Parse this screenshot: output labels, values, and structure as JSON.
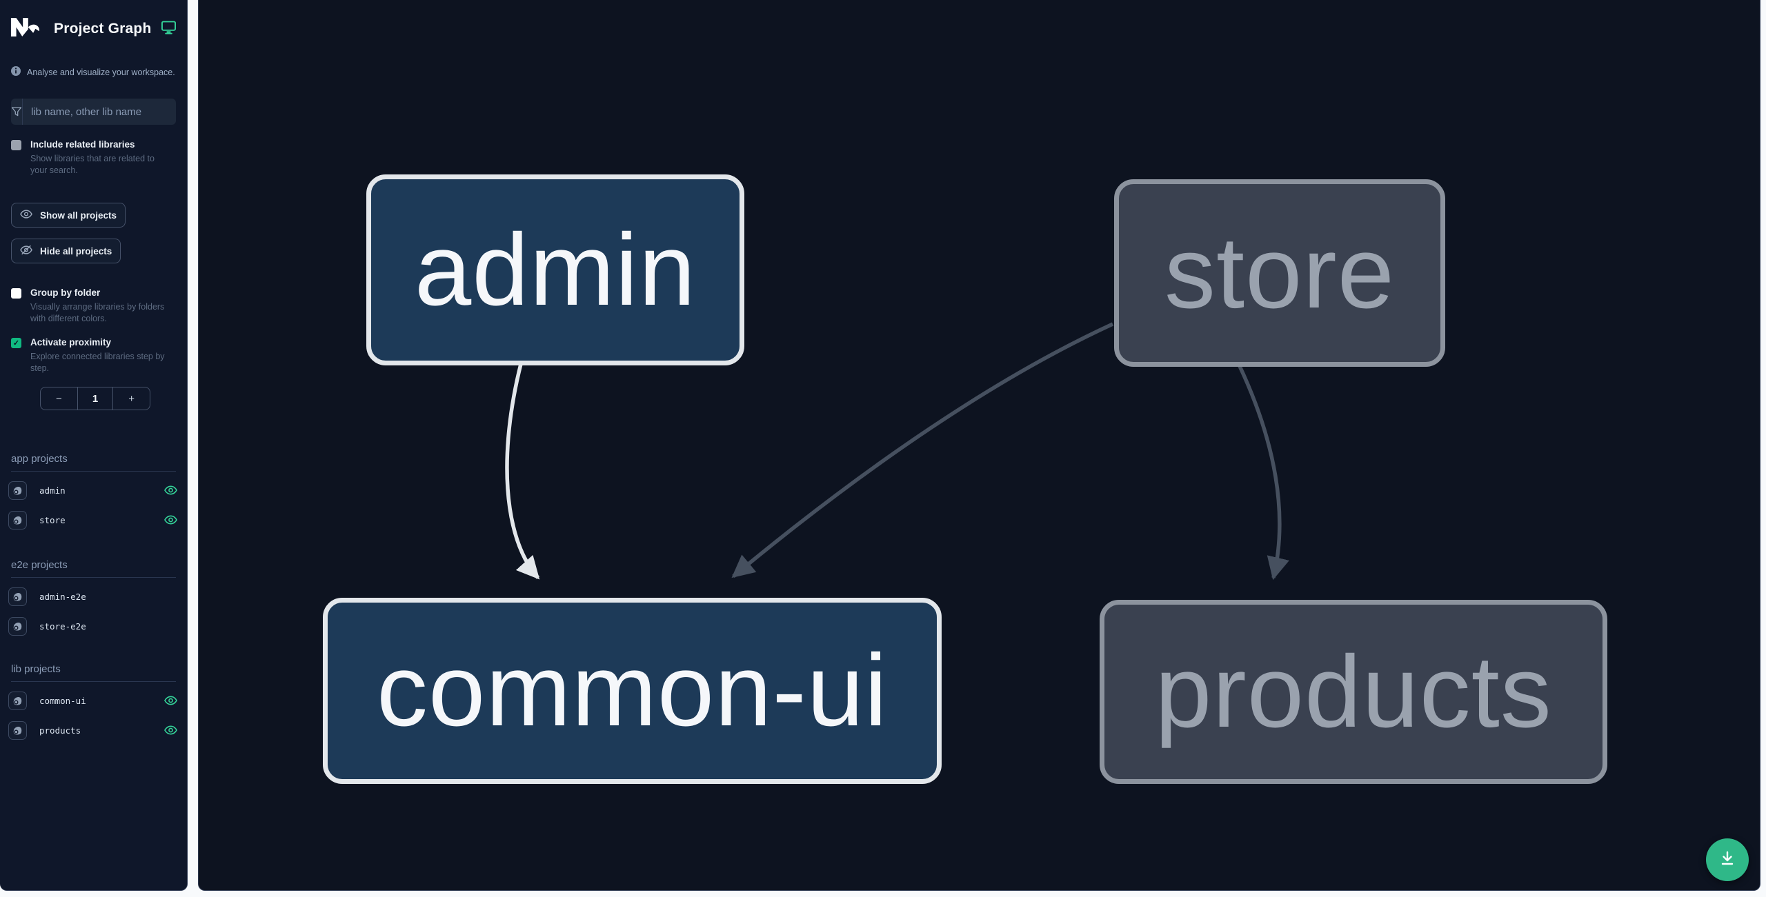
{
  "header": {
    "app_name": "Nx",
    "title": "Project Graph"
  },
  "info_banner": {
    "text": "Analyse and visualize your workspace."
  },
  "filter": {
    "placeholder": "lib name, other lib name"
  },
  "options": {
    "include_related": {
      "label": "Include related libraries",
      "desc": "Show libraries that are related to your search.",
      "checked": false
    },
    "group_by_folder": {
      "label": "Group by folder",
      "desc": "Visually arrange libraries by folders with different colors.",
      "checked": false
    },
    "activate_proximity": {
      "label": "Activate proximity",
      "desc": "Explore connected libraries step by step.",
      "checked": true,
      "checkmark": "✓"
    }
  },
  "buttons": {
    "show_all": "Show all projects",
    "hide_all": "Hide all projects"
  },
  "proximity_stepper": {
    "decrement": "−",
    "value": "1",
    "increment": "+"
  },
  "project_sections": [
    {
      "title": "app projects",
      "items": [
        {
          "name": "admin",
          "visible": true
        },
        {
          "name": "store",
          "visible": true
        }
      ]
    },
    {
      "title": "e2e projects",
      "items": [
        {
          "name": "admin-e2e",
          "visible": false
        },
        {
          "name": "store-e2e",
          "visible": false
        }
      ]
    },
    {
      "title": "lib projects",
      "items": [
        {
          "name": "common-ui",
          "visible": true
        },
        {
          "name": "products",
          "visible": true
        }
      ]
    }
  ],
  "graph": {
    "nodes": [
      {
        "id": "admin",
        "label": "admin",
        "state": "focused"
      },
      {
        "id": "store",
        "label": "store",
        "state": "faded"
      },
      {
        "id": "common-ui",
        "label": "common-ui",
        "state": "focused"
      },
      {
        "id": "products",
        "label": "products",
        "state": "faded"
      }
    ],
    "edges": [
      {
        "source": "admin",
        "target": "common-ui",
        "state": "focused"
      },
      {
        "source": "store",
        "target": "common-ui",
        "state": "faded"
      },
      {
        "source": "store",
        "target": "products",
        "state": "faded"
      }
    ]
  },
  "colors": {
    "accent_green": "#34d399",
    "fab_green": "#2fb888",
    "sidebar_bg": "#0f172a",
    "canvas_bg": "#0d1320",
    "node_focused_bg": "#1d3a58",
    "node_focused_border": "#e3e7eb",
    "node_faded_bg": "#3a4150",
    "node_faded_border": "#8c939e",
    "edge_focused": "#e3e7eb",
    "edge_faded": "#46505f"
  },
  "fab": {
    "action": "download graph image"
  }
}
